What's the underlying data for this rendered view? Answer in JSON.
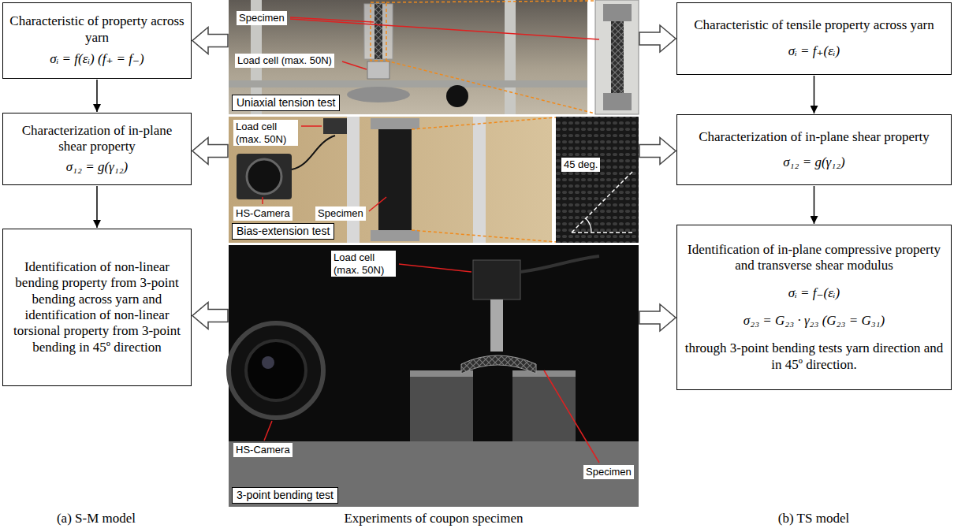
{
  "diagram": {
    "nodes": [
      {
        "text": [
          "Characteristic of property across yarn",
          "σᵢ = f(εᵢ) (f₊ = f₋)"
        ]
      },
      {
        "text": [
          "Uniaxial tension test"
        ]
      },
      {
        "text": [
          "Characteristic of tensile property across yarn",
          "σᵢ = f₊(εᵢ)"
        ]
      },
      {
        "text": [
          "Characterization of in-plane shear property",
          "σ₁₂ = g(γ₁₂)"
        ]
      },
      {
        "text": [
          "Bias-extension test"
        ]
      },
      {
        "text": [
          "Characterization of in-plane shear property",
          "σ₁₂ = g(γ₁₂)"
        ]
      },
      {
        "text": [
          "Identification of non-linear bending property from 3-point bending across yarn and identification of non-linear torsional property from 3-point bending in 45º direction"
        ]
      },
      {
        "text": [
          "3-point bending test"
        ]
      },
      {
        "text": [
          "Identification of in-plane compressive property and transverse shear modulus",
          "σᵢ = f₋(εᵢ)",
          "σ₂₃ = G₂₃ · γ₂₃ (G₂₃ = G₃₁)",
          "through 3-point bending tests yarn direction and in 45º direction."
        ]
      }
    ],
    "edges": [
      {
        "from": 1,
        "to": 0,
        "arrow": "to"
      },
      {
        "from": 1,
        "to": 2,
        "arrow": "to"
      },
      {
        "from": 0,
        "to": 3,
        "arrow": "to"
      },
      {
        "from": 2,
        "to": 5,
        "arrow": "to"
      },
      {
        "from": 4,
        "to": 3,
        "arrow": "to"
      },
      {
        "from": 4,
        "to": 5,
        "arrow": "to"
      },
      {
        "from": 3,
        "to": 6,
        "arrow": "to"
      },
      {
        "from": 5,
        "to": 8,
        "arrow": "to"
      },
      {
        "from": 7,
        "to": 6,
        "arrow": "to"
      },
      {
        "from": 7,
        "to": 8,
        "arrow": "to"
      }
    ],
    "labels": [
      "Specimen",
      "Load cell (max. 50N)",
      "Load cell (max. 50N)",
      "HS-Camera",
      "Specimen",
      "45 deg.",
      "Load cell (max. 50N)",
      "HS-Camera",
      "Specimen",
      "(a) S-M model",
      "Experiments of coupon specimen",
      "(b) TS model"
    ]
  }
}
